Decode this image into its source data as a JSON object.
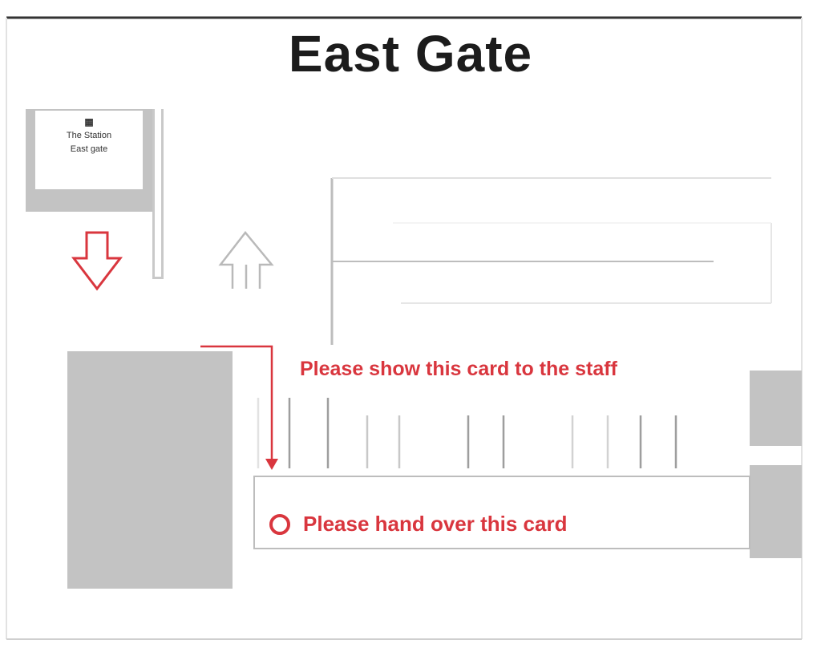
{
  "map": {
    "title": "East Gate",
    "sign": {
      "icon": "building-icon",
      "line1": "The Station",
      "line2": "East gate"
    },
    "instructions": {
      "show_card": "Please show this card to the staff",
      "hand_over_card": "Please hand over this card"
    },
    "colors": {
      "accent": "#d9363e",
      "block": "#c3c3c3",
      "line": "#b9b9b9",
      "text": "#1c1c1c"
    }
  }
}
